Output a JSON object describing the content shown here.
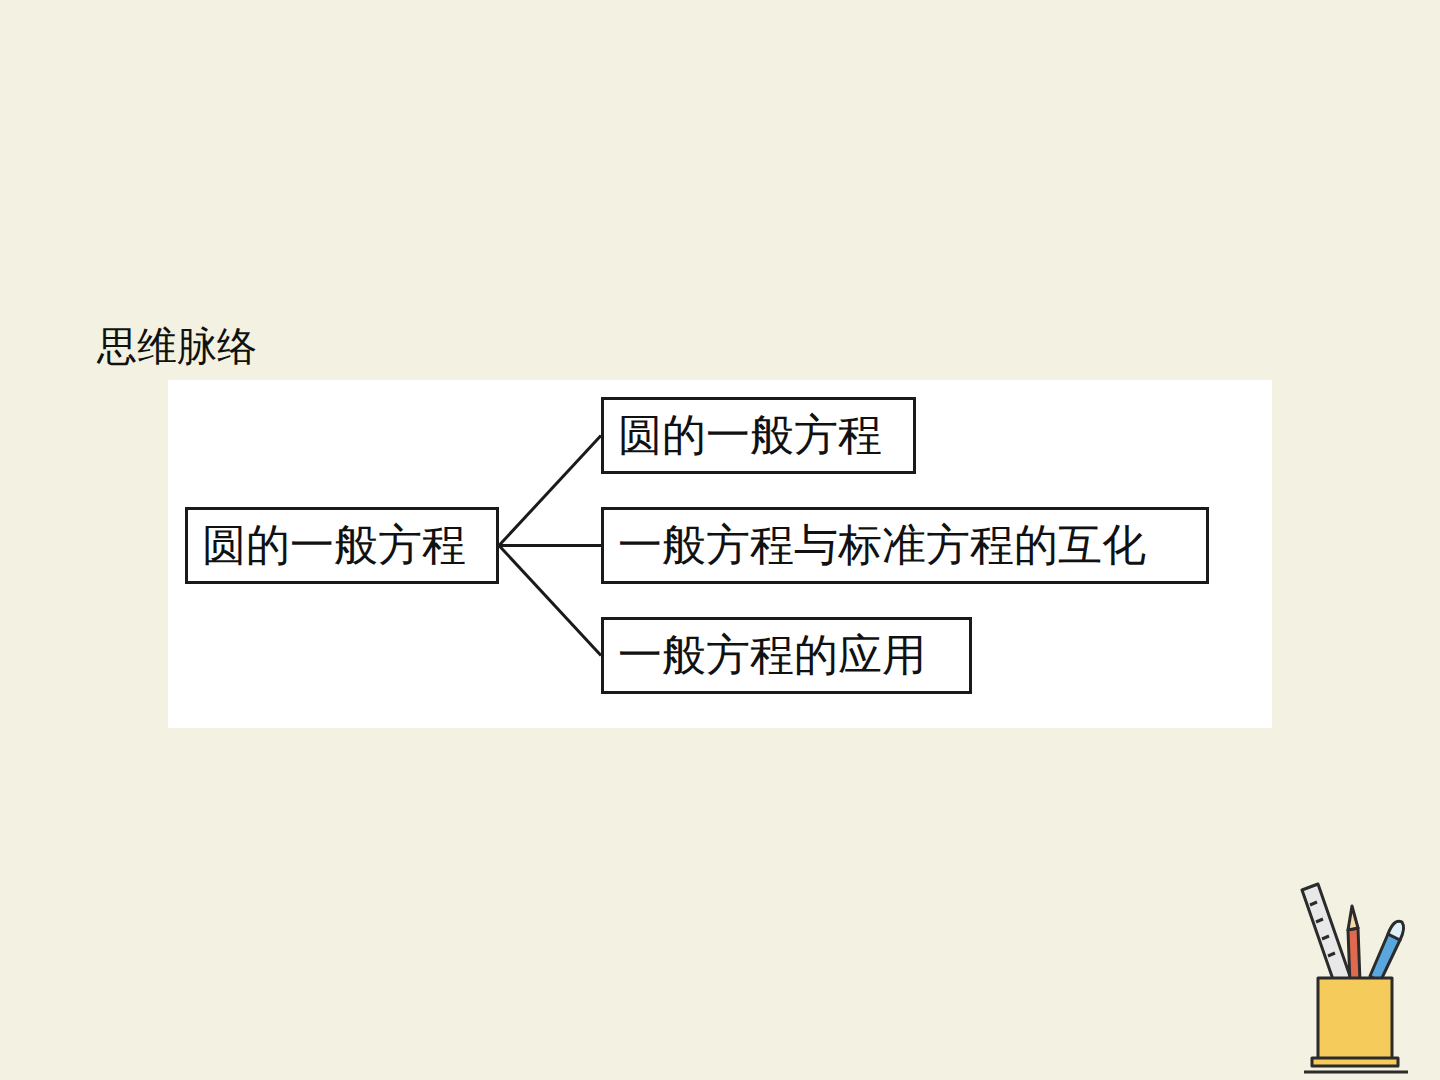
{
  "diagram": {
    "title": "思维脉络",
    "nodes": [
      {
        "text": [
          "圆的一般方程"
        ]
      },
      {
        "text": [
          "圆的一般方程"
        ]
      },
      {
        "text": [
          "一般方程与标准方程的互化"
        ]
      },
      {
        "text": [
          "一般方程的应用"
        ]
      }
    ],
    "edges": [
      {
        "from": 0,
        "to": 1,
        "arrow": "none"
      },
      {
        "from": 0,
        "to": 2,
        "arrow": "none"
      },
      {
        "from": 0,
        "to": 3,
        "arrow": "none"
      }
    ]
  }
}
